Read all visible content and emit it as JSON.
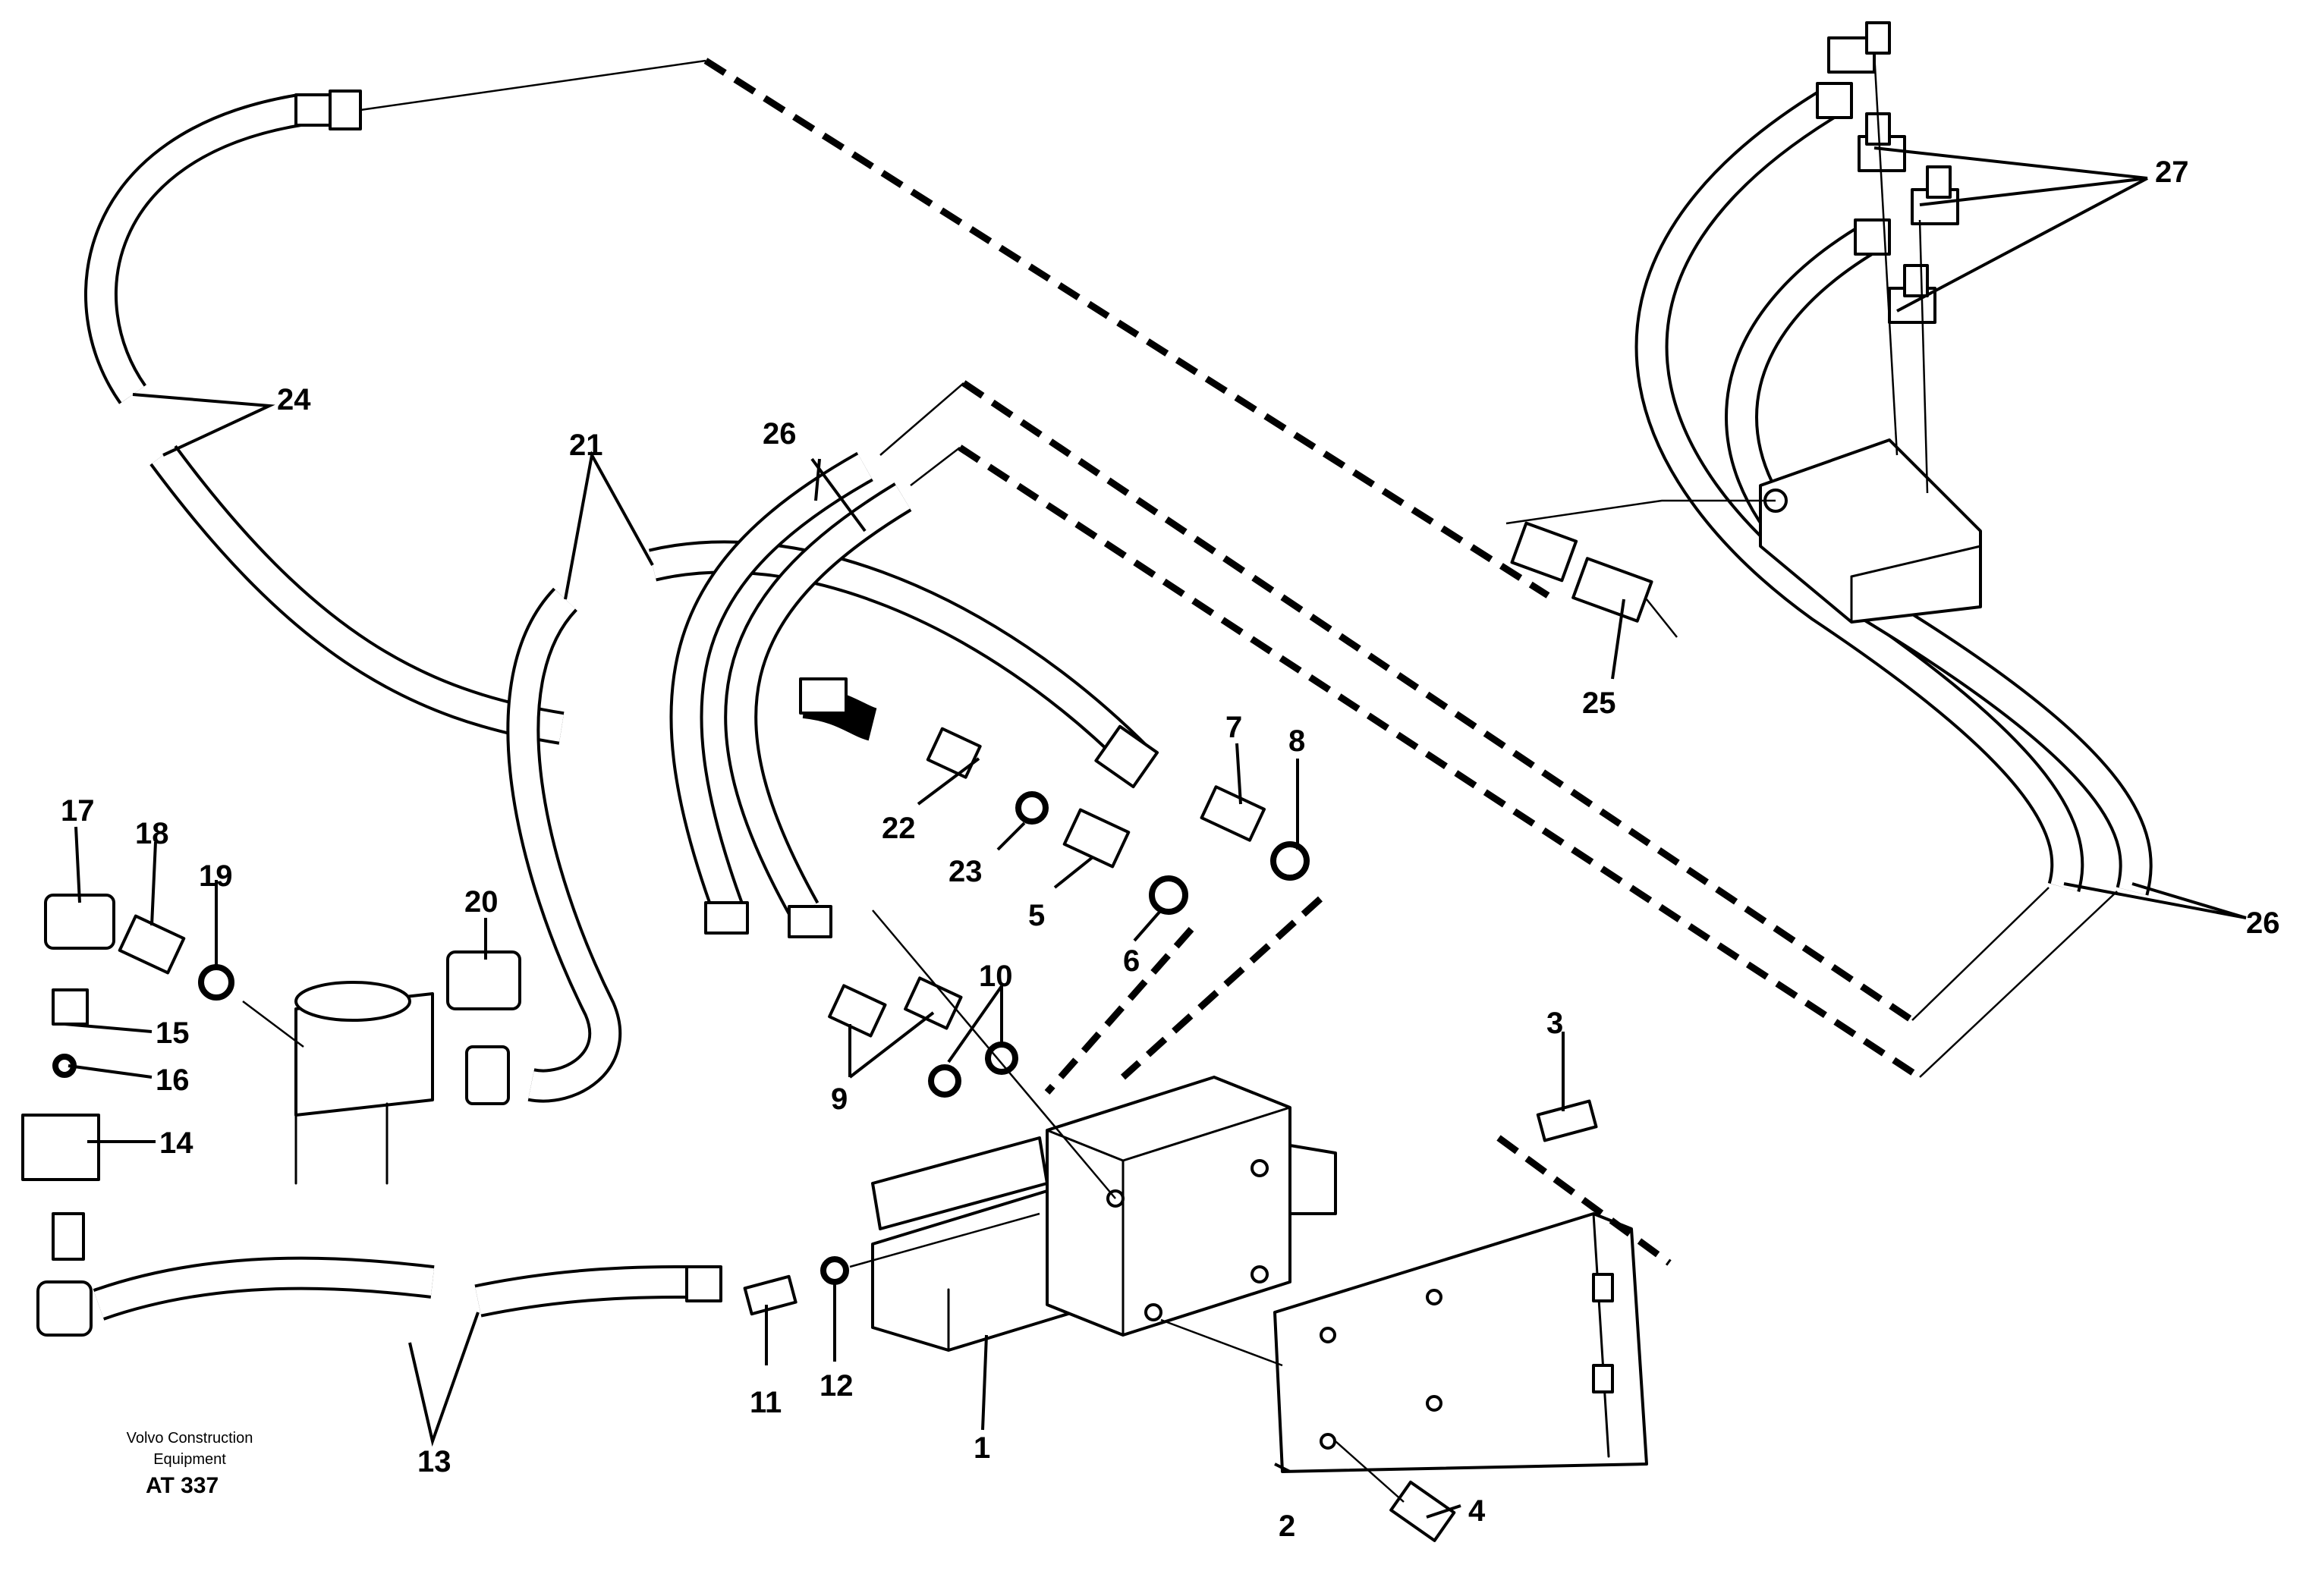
{
  "labels": {
    "p1": "1",
    "p2": "2",
    "p3": "3",
    "p4": "4",
    "p5": "5",
    "p6": "6",
    "p7": "7",
    "p8": "8",
    "p9": "9",
    "p10": "10",
    "p11": "11",
    "p12": "12",
    "p13": "13",
    "p14": "14",
    "p15": "15",
    "p16": "16",
    "p17": "17",
    "p18": "18",
    "p19": "19",
    "p20": "20",
    "p21": "21",
    "p22": "22",
    "p23": "23",
    "p24": "24",
    "p25": "25",
    "p26a": "26",
    "p26b": "26",
    "p27": "27"
  },
  "footer": {
    "brand_line1": "Volvo Construction",
    "brand_line2": "Equipment",
    "drawing_code": "AT 337"
  }
}
